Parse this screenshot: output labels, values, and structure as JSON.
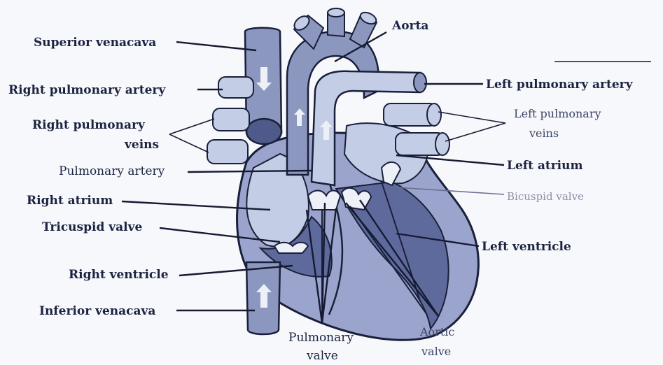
{
  "labels": {
    "superior_venacava": "Superior venacava",
    "right_pulmonary_artery": "Right pulmonary artery",
    "right_pulmonary_veins_1": "Right pulmonary",
    "right_pulmonary_veins_2": "veins",
    "pulmonary_artery": "Pulmonary artery",
    "right_atrium": "Right atrium",
    "tricuspid_valve": "Tricuspid valve",
    "right_ventricle": "Right ventricle",
    "inferior_venacava": "Inferior venacava",
    "aorta": "Aorta",
    "left_pulmonary_artery": "Left pulmonary artery",
    "left_pulmonary_veins_1": "Left pulmonary",
    "left_pulmonary_veins_2": "veins",
    "left_atrium": "Left atrium",
    "bicuspid_valve": "Bicuspid valve",
    "left_ventricle": "Left ventricle",
    "pulmonary_valve_1": "Pulmonary",
    "pulmonary_valve_2": "valve",
    "aortic_valve_1": "Aortic",
    "aortic_valve_2": "valve"
  },
  "colors": {
    "background": "#f7f8fc",
    "vessel_light": "#c4cde6",
    "vessel_mid": "#8c97c0",
    "chamber_dark": "#5f6a9c",
    "wall": "#9aa4cc",
    "outline": "#1a1f3a",
    "leader": "#161b33"
  }
}
